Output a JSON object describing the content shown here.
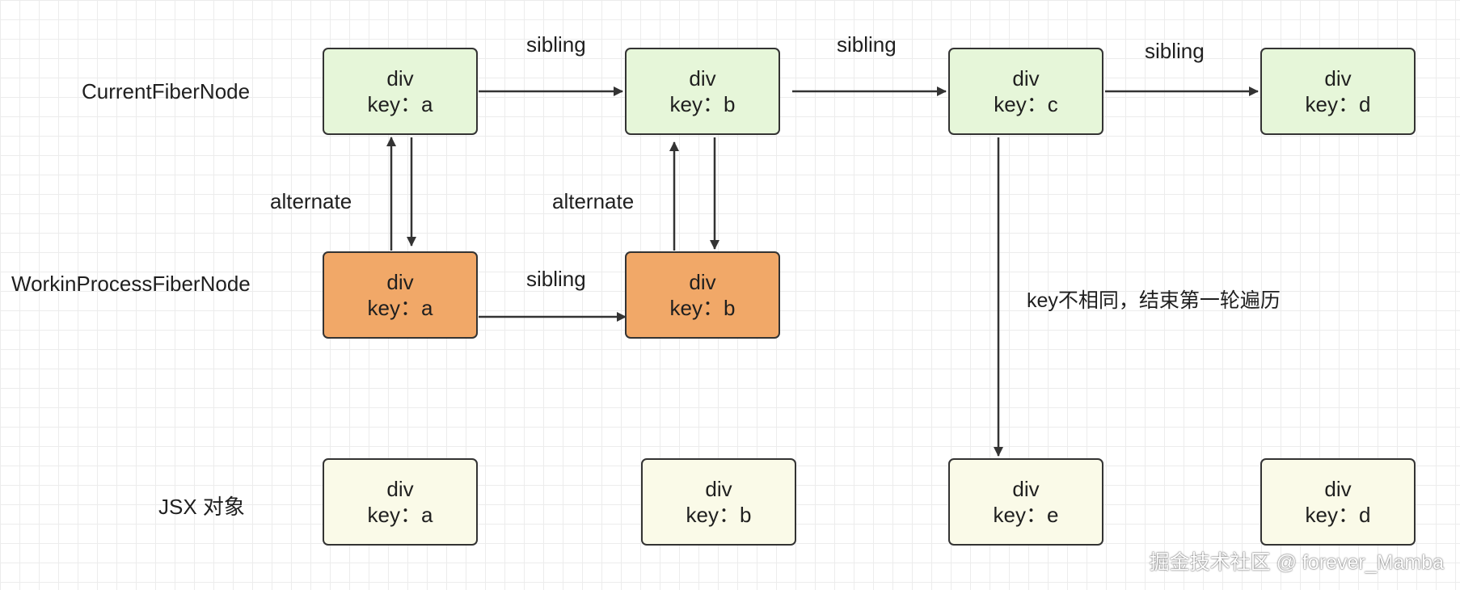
{
  "rows": {
    "current": "CurrentFiberNode",
    "wip": "WorkinProcessFiberNode",
    "jsx": "JSX 对象"
  },
  "nodes": {
    "cur_a": {
      "type": "div",
      "key": "key：a"
    },
    "cur_b": {
      "type": "div",
      "key": "key：b"
    },
    "cur_c": {
      "type": "div",
      "key": "key：c"
    },
    "cur_d": {
      "type": "div",
      "key": "key：d"
    },
    "wip_a": {
      "type": "div",
      "key": "key：a"
    },
    "wip_b": {
      "type": "div",
      "key": "key：b"
    },
    "jsx_a": {
      "type": "div",
      "key": "key：a"
    },
    "jsx_b": {
      "type": "div",
      "key": "key：b"
    },
    "jsx_e": {
      "type": "div",
      "key": "key：e"
    },
    "jsx_d": {
      "type": "div",
      "key": "key：d"
    }
  },
  "edges": {
    "sibling_ab": "sibling",
    "sibling_bc": "sibling",
    "sibling_cd": "sibling",
    "sibling_wip": "sibling",
    "alternate_a": "alternate",
    "alternate_b": "alternate"
  },
  "note": "key不相同，结束第一轮遍历",
  "watermark": "掘金技术社区 @ forever_Mamba",
  "colors": {
    "current_fill": "#e6f6d9",
    "wip_fill": "#f1a868",
    "jsx_fill": "#fafae8",
    "stroke": "#333333"
  }
}
